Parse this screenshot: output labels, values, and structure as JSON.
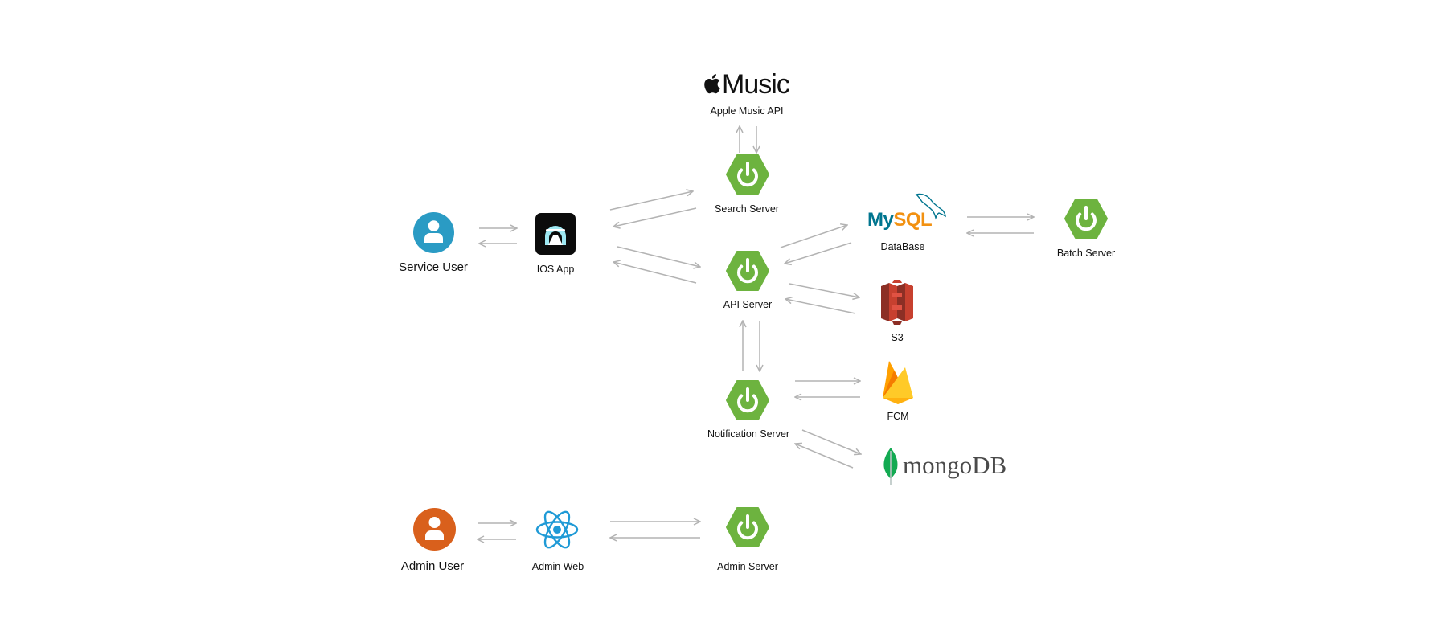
{
  "colors": {
    "arrow": "#b3b3b3",
    "spring_green": "#6db33f",
    "service_user_blue": "#2a9bc4",
    "admin_user_orange": "#d9601c",
    "react_blue": "#1f9ad6",
    "s3_red": "#c7402f",
    "mysql_blue": "#00758f",
    "mysql_orange": "#f29111",
    "mongo_green": "#13aa52",
    "firebase_yellow": "#ffca28",
    "firebase_orange": "#f57c00"
  },
  "nodes": {
    "apple_music": {
      "wordmark": "Music",
      "label": "Apple Music API",
      "icon": "apple-logo-icon"
    },
    "search_server": {
      "label": "Search Server",
      "icon": "spring-boot-icon"
    },
    "service_user": {
      "label": "Service User",
      "icon": "user-icon"
    },
    "ios_app": {
      "label": "IOS App",
      "icon": "ios-app-icon"
    },
    "api_server": {
      "label": "API Server",
      "icon": "spring-boot-icon"
    },
    "database": {
      "wordmark_part1": "My",
      "wordmark_part2": "SQL",
      "label": "DataBase",
      "icon": "mysql-dolphin-icon"
    },
    "batch_server": {
      "label": "Batch Server",
      "icon": "spring-boot-icon"
    },
    "s3": {
      "label": "S3",
      "icon": "aws-s3-icon"
    },
    "notification_server": {
      "label": "Notification Server",
      "icon": "spring-boot-icon"
    },
    "fcm": {
      "label": "FCM",
      "icon": "firebase-icon"
    },
    "mongodb": {
      "wordmark": "mongoDB",
      "icon": "mongodb-leaf-icon"
    },
    "admin_user": {
      "label": "Admin User",
      "icon": "user-icon"
    },
    "admin_web": {
      "label": "Admin Web",
      "icon": "react-icon"
    },
    "admin_server": {
      "label": "Admin Server",
      "icon": "spring-boot-icon"
    }
  },
  "connections": [
    {
      "from": "search_server",
      "to": "apple_music"
    },
    {
      "from": "service_user",
      "to": "ios_app"
    },
    {
      "from": "ios_app",
      "to": "search_server"
    },
    {
      "from": "ios_app",
      "to": "api_server"
    },
    {
      "from": "api_server",
      "to": "database"
    },
    {
      "from": "database",
      "to": "batch_server"
    },
    {
      "from": "api_server",
      "to": "s3"
    },
    {
      "from": "api_server",
      "to": "notification_server"
    },
    {
      "from": "notification_server",
      "to": "fcm"
    },
    {
      "from": "notification_server",
      "to": "mongodb"
    },
    {
      "from": "admin_user",
      "to": "admin_web"
    },
    {
      "from": "admin_web",
      "to": "admin_server"
    }
  ]
}
